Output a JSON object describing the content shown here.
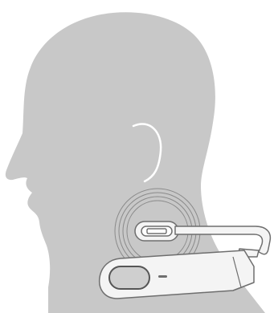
{
  "colors": {
    "background": "#ffffff",
    "head_silhouette": "#c8c8c8",
    "ear_outline": "#ffffff",
    "vibration_rings": "#8a8a8a",
    "device_fill": "#f4f4f4",
    "device_outline": "#6e6e6e",
    "button_fill": "#cfcfcf",
    "button_outline": "#555555",
    "led": "#6e6e6e"
  },
  "illustration": {
    "subject": "head-profile-silhouette",
    "device": "neck-worn-bone-conduction-band",
    "vibration_ring_count": 4
  }
}
